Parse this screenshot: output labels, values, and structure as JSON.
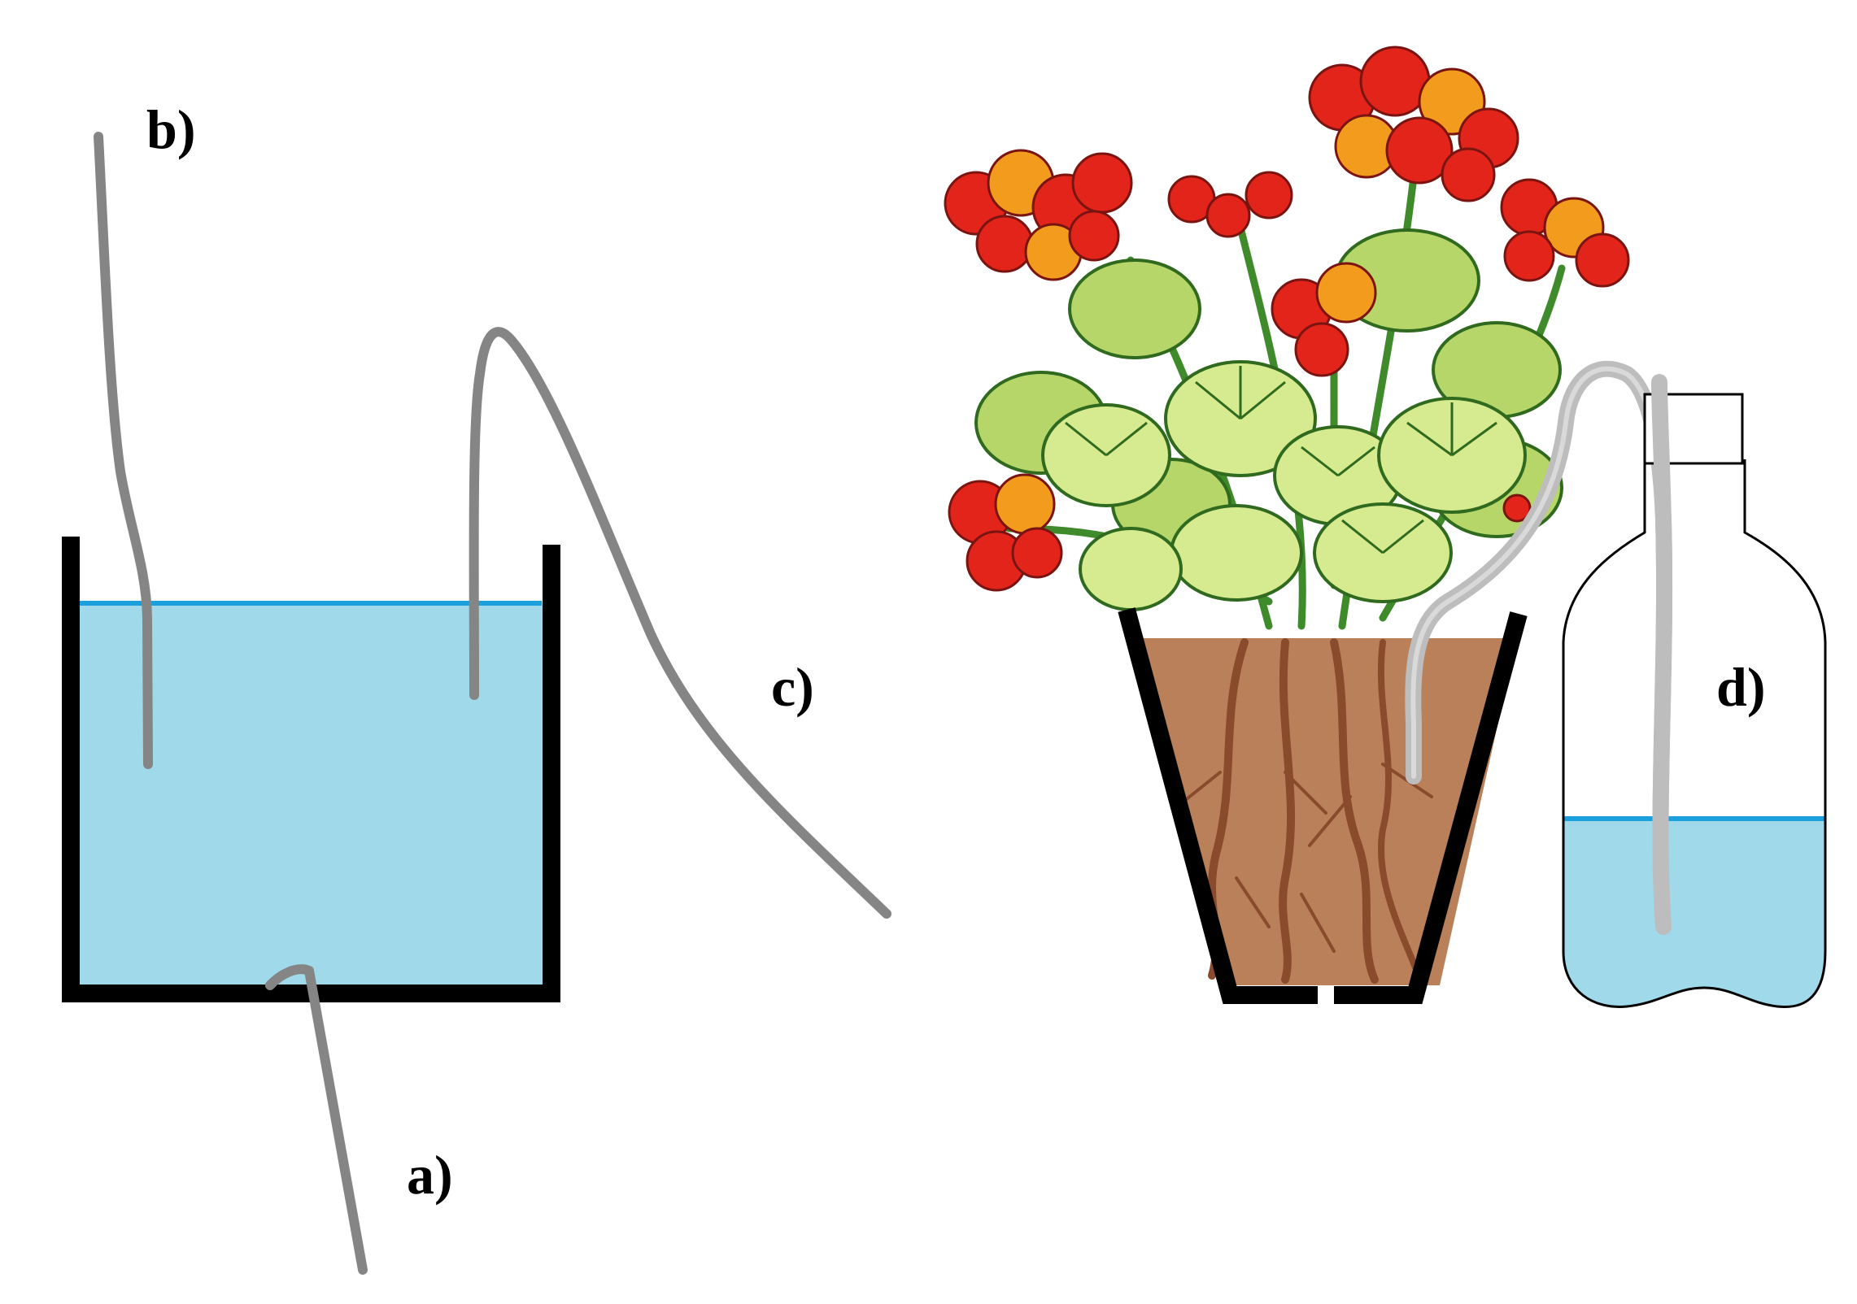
{
  "labels": {
    "a": "a)",
    "b": "b)",
    "c": "c)",
    "d": "d)"
  },
  "colors": {
    "water": "#9fd9ea",
    "water_surface": "#1aa0dc",
    "container_outline": "#000000",
    "tube": "#858585",
    "tube_light": "#bdbdbd",
    "soil": "#b9805a",
    "root": "#8a4b2c",
    "leaf": "#c9e27a",
    "leaf_dark": "#3f8a2a",
    "flower": "#e3241b",
    "flower_accent": "#f39b1c",
    "background": "#ffffff"
  },
  "elements": {
    "left_container": "water-tank",
    "right_plant": "flowering-geranium-in-pot",
    "bottle": "water-bottle-reservoir"
  }
}
